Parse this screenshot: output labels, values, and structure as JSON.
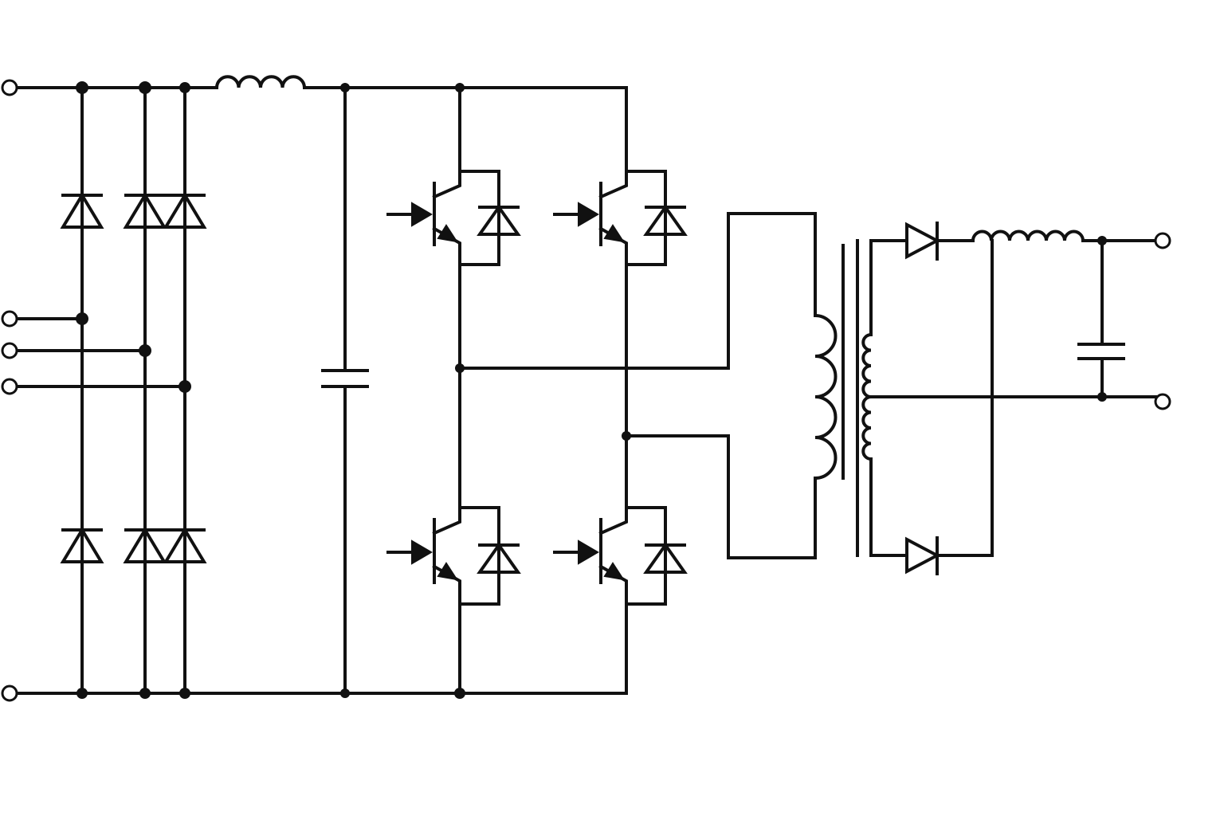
{
  "diagram": {
    "type": "circuit-schematic",
    "colors": {
      "wire": "#111111",
      "background": "#ffffff"
    },
    "components": {
      "input_terminals": 5,
      "rectifier_diodes": 6,
      "input_inductor": 1,
      "dc_link_capacitor": 1,
      "igbt_switches": 4,
      "antiparallel_diodes": 4,
      "transformer": 1,
      "output_diodes": 2,
      "output_inductor": 1,
      "output_capacitor": 1,
      "output_terminals": 2
    }
  }
}
